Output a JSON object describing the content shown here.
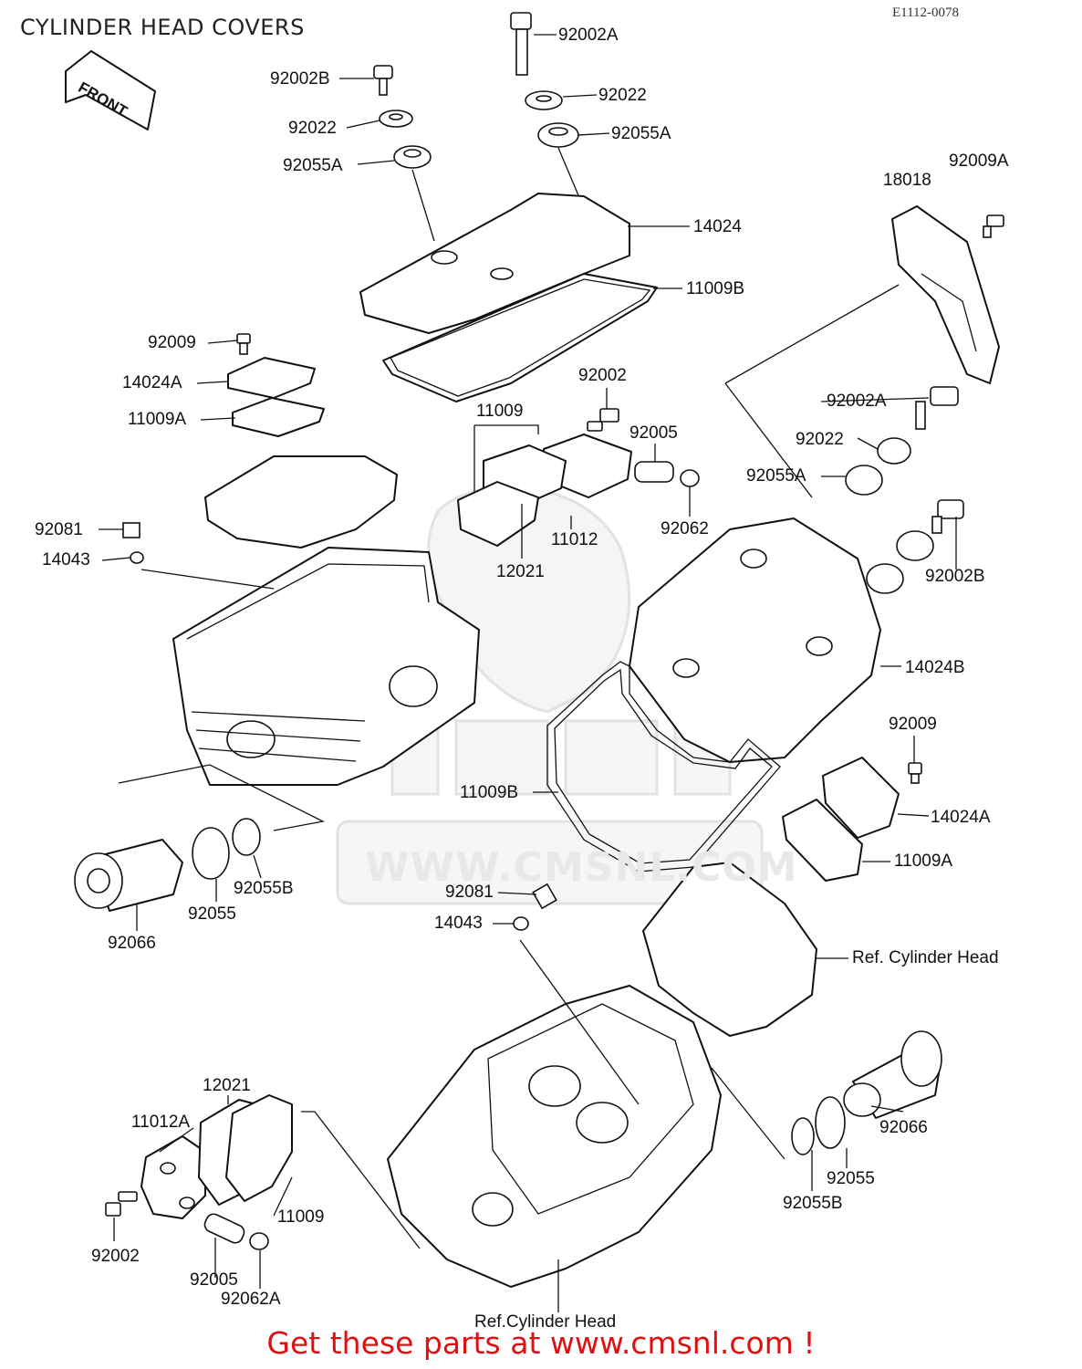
{
  "diagram": {
    "title": "CYLINDER HEAD COVERS",
    "ref_code": "E1112-0078",
    "front_arrow_label": "FRONT",
    "watermark": "WWW.CMSNL.COM",
    "footer": "Get these parts at www.cmsnl.com !",
    "footer_color": "#e01010",
    "callouts": [
      "92002A",
      "92002B",
      "92022",
      "92022",
      "92055A",
      "92055A",
      "14024",
      "11009B",
      "18018",
      "92009A",
      "92009",
      "14024A",
      "11009A",
      "92002",
      "11009",
      "92005",
      "92002A",
      "92022",
      "92055A",
      "11012",
      "92062",
      "12021",
      "92081",
      "14043",
      "92002B",
      "14024B",
      "92009",
      "11009B",
      "14024A",
      "11009A",
      "92066",
      "92055",
      "92055B",
      "92081",
      "14043",
      "Ref. Cylinder Head",
      "12021",
      "11012A",
      "11009",
      "92002",
      "92005",
      "92062A",
      "92066",
      "92055",
      "92055B",
      "Ref.Cylinder Head"
    ]
  }
}
